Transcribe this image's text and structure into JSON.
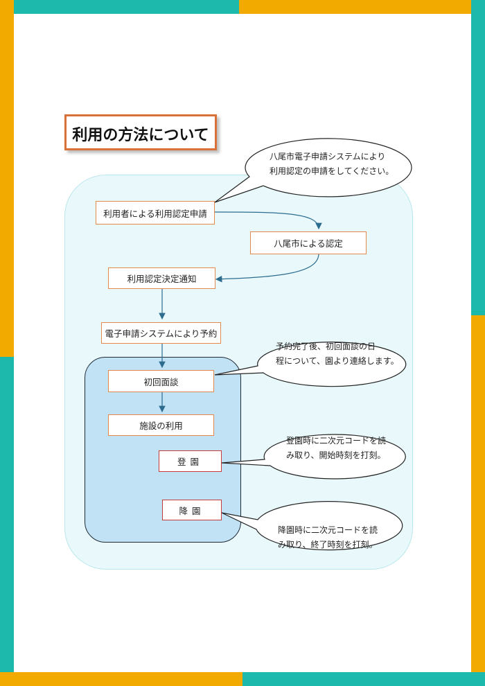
{
  "title": "利用の方法について",
  "colors": {
    "teal": "#1eb9ad",
    "orange": "#f2a900",
    "node_border": "#e3874a",
    "red_border": "#c73a3a"
  },
  "steps": {
    "apply": "利用者による利用認定申請",
    "certify": "八尾市による認定",
    "notice": "利用認定決定通知",
    "reserve": "電子申請システムにより予約",
    "interview": "初回面談",
    "use": "施設の利用",
    "arrive": "登園",
    "leave": "降園"
  },
  "callouts": {
    "apply": [
      "八尾市電子申請システムにより",
      "利用認定の申請をしてください。"
    ],
    "interview": [
      "予約完了後、初回面談の日",
      "程について、園より連絡します。"
    ],
    "arrive": [
      "登園時に二次元コードを読",
      "み取り、開始時刻を打刻。"
    ],
    "leave": [
      "降園時に二次元コードを読",
      "み取り、終了時刻を打刻。"
    ]
  }
}
